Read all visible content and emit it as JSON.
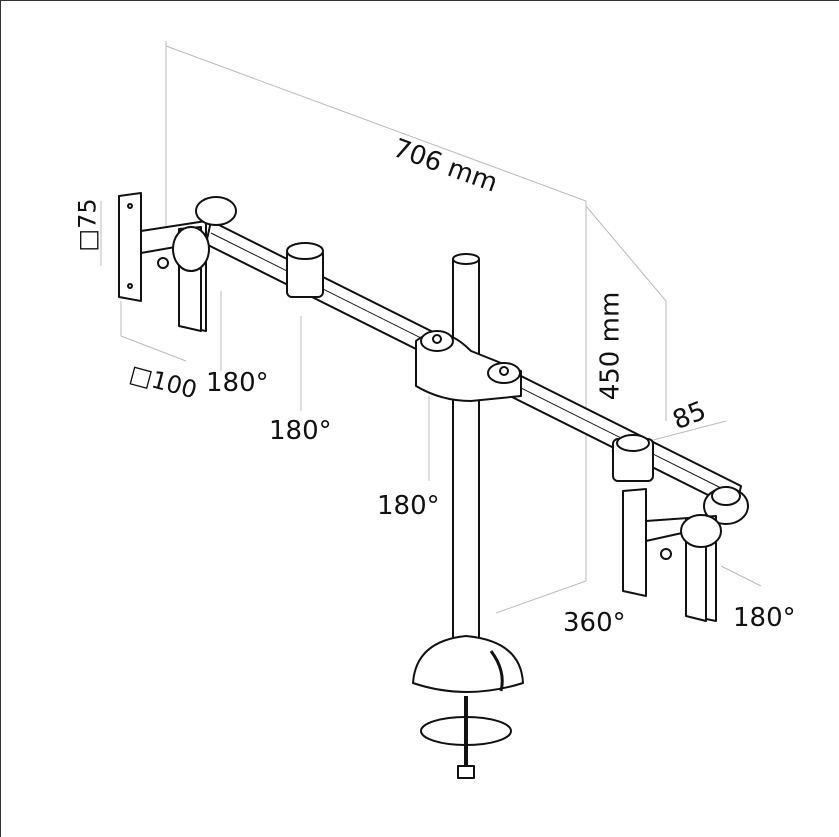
{
  "dimensions": {
    "width_label": "706 mm",
    "height_label": "450 mm",
    "arm_depth_label": "85",
    "vesa_small": "□75",
    "vesa_large": "□100"
  },
  "rotations": {
    "left_tilt": "180°",
    "left_arm_joint": "180°",
    "pole_joint": "180°",
    "right_swivel": "360°",
    "right_tilt": "180°"
  },
  "colors": {
    "line": "#111111",
    "dim_line": "#bbbbbb",
    "background": "#ffffff"
  }
}
